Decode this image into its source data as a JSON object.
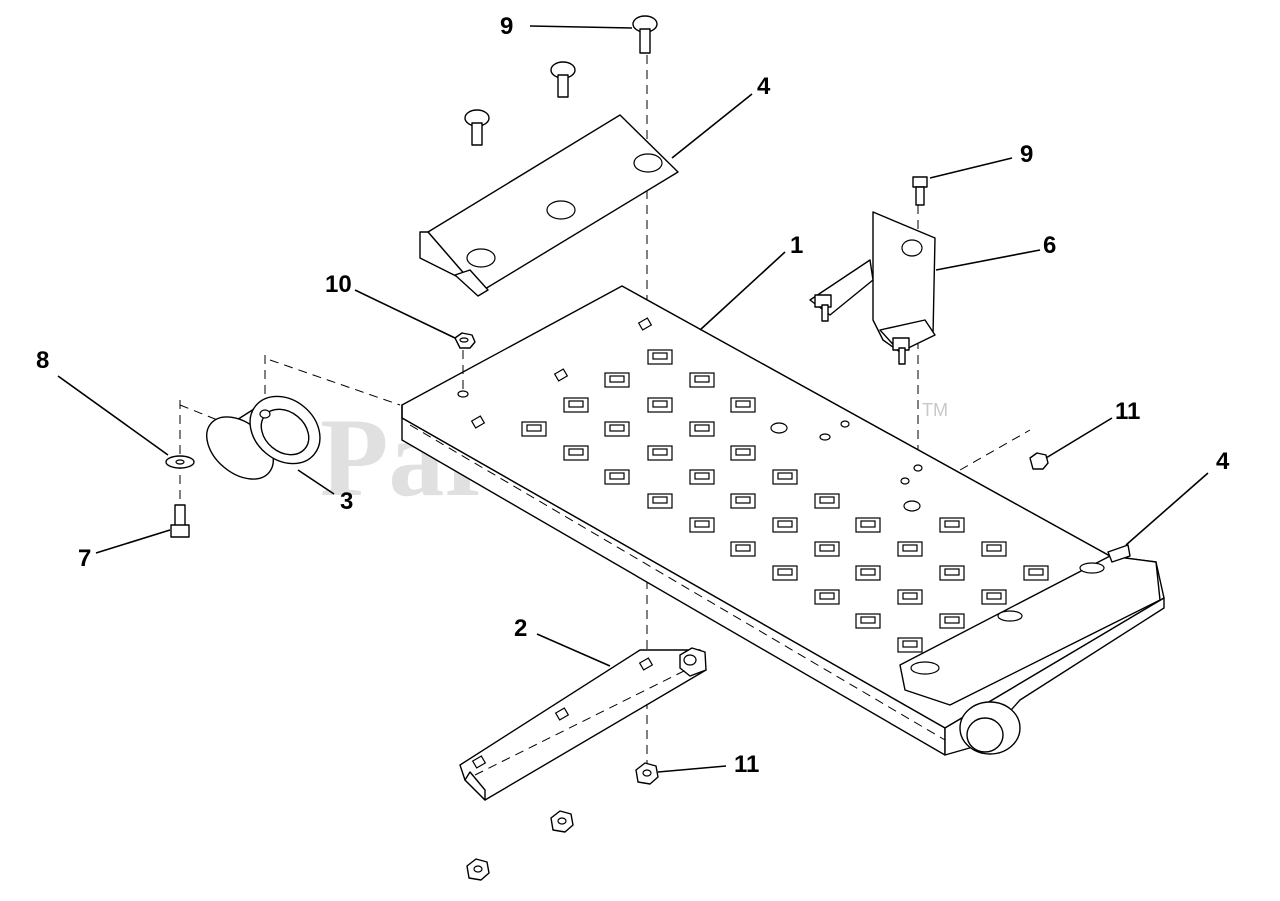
{
  "watermark": {
    "text": "PartsTree",
    "trademark": "TM"
  },
  "callouts": [
    {
      "id": "c9a",
      "label": "9"
    },
    {
      "id": "c4a",
      "label": "4"
    },
    {
      "id": "c9b",
      "label": "9"
    },
    {
      "id": "c1",
      "label": "1"
    },
    {
      "id": "c6",
      "label": "6"
    },
    {
      "id": "c10",
      "label": "10"
    },
    {
      "id": "c8",
      "label": "8"
    },
    {
      "id": "c11a",
      "label": "11"
    },
    {
      "id": "c4b",
      "label": "4"
    },
    {
      "id": "c3",
      "label": "3"
    },
    {
      "id": "c7",
      "label": "7"
    },
    {
      "id": "c2",
      "label": "2"
    },
    {
      "id": "c11b",
      "label": "11"
    }
  ]
}
